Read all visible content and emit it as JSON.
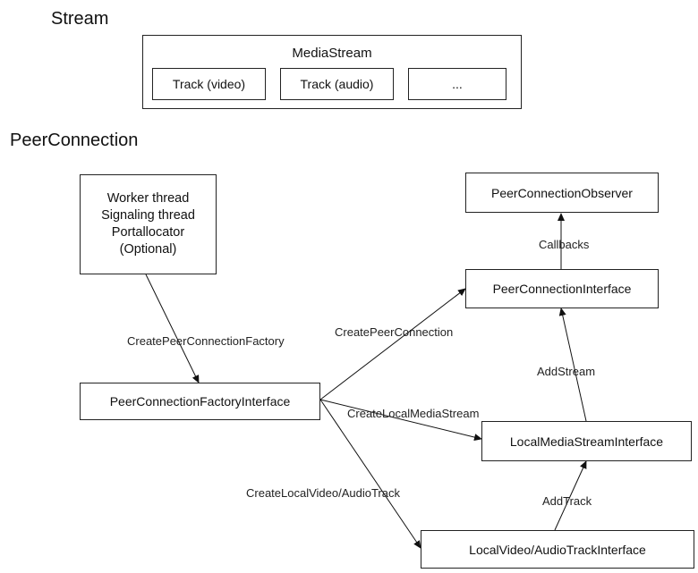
{
  "stream_section": {
    "heading": "Stream",
    "media_stream": {
      "title": "MediaStream",
      "tracks": [
        "Track (video)",
        "Track (audio)",
        "..."
      ]
    }
  },
  "peer_section": {
    "heading": "PeerConnection",
    "nodes": {
      "threads": [
        "Worker thread",
        "Signaling thread",
        "Portallocator",
        "(Optional)"
      ],
      "observer": "PeerConnectionObserver",
      "pc_interface": "PeerConnectionInterface",
      "factory": "PeerConnectionFactoryInterface",
      "local_stream": "LocalMediaStreamInterface",
      "local_track": "LocalVideo/AudioTrackInterface"
    },
    "edges": {
      "create_factory": "CreatePeerConnectionFactory",
      "create_pc": "CreatePeerConnection",
      "create_stream": "CreateLocalMediaStream",
      "create_track": "CreateLocalVideo/AudioTrack",
      "callbacks": "Callbacks",
      "add_stream": "AddStream",
      "add_track": "AddTrack"
    }
  }
}
